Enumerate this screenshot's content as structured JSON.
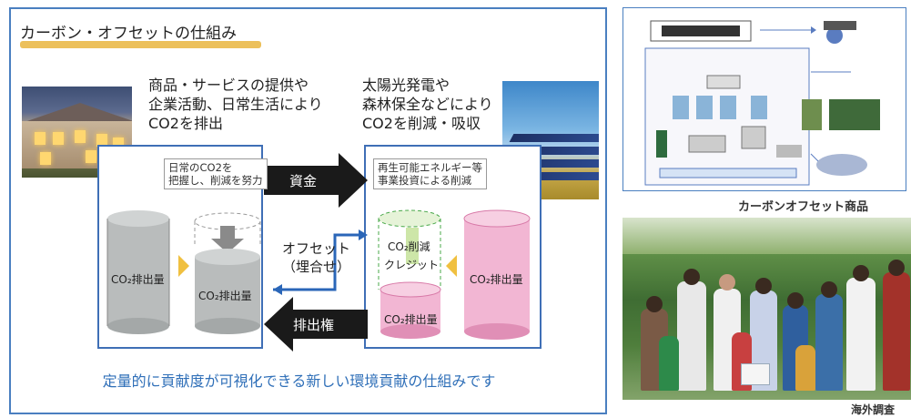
{
  "diagram": {
    "title": "カーボン・オフセットの仕組み",
    "left_caption": [
      "商品・サービスの提供や",
      "企業活動、日常生活により",
      "CO2を排出"
    ],
    "right_caption": [
      "太陽光発電や",
      "森林保全などにより",
      "CO2を削減・吸収"
    ],
    "left_note": [
      "日常のCO2を",
      "把握し、削減を努力"
    ],
    "right_note": [
      "再生可能エネルギー等",
      "事業投資による削減"
    ],
    "funds_label": "資金",
    "emission_rights_label": "排出権",
    "offset_label": [
      "オフセット",
      "（埋合せ）"
    ],
    "left_cylinder_1_label": "CO₂排出量",
    "left_cylinder_2_label": "CO₂排出量",
    "credit_label": [
      "CO₂削減",
      "クレジット"
    ],
    "right_small_cylinder_label": "CO₂排出量",
    "right_tall_cylinder_label": "CO₂排出量",
    "footer": "定量的に貢献度が可視化できる新しい環境貢献の仕組みです"
  },
  "side": {
    "product_caption": "カーボンオフセット商品",
    "overseas_caption": "海外調査"
  },
  "colors": {
    "frame_blue": "#4a7fc0",
    "arrow_black": "#1a1a1a",
    "gray_cylinder": "#b9bcbc",
    "pink_cylinder": "#f2b6d3",
    "credit_green": "#49a84a",
    "highlight_yellow": "#f0c040",
    "footer_blue": "#2f6fb8"
  }
}
